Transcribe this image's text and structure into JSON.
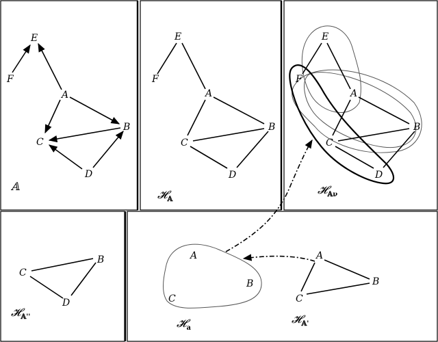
{
  "labels": {
    "E": "E",
    "F": "F",
    "A": "A",
    "B": "B",
    "C": "C",
    "D": "D"
  },
  "panels": {
    "p1": {
      "label": "𝔸",
      "label_sub": ""
    },
    "p2": {
      "label": "𝓗",
      "label_sub": "𝔸"
    },
    "p3": {
      "label": "𝓗",
      "label_sub": "𝔸ν"
    },
    "p4": {
      "label": "𝓗",
      "label_sub": "𝔸''"
    },
    "p5a": {
      "label": "𝓗",
      "label_sub": "a"
    },
    "p5b": {
      "label": "𝓗",
      "label_sub": "𝔸'"
    }
  }
}
